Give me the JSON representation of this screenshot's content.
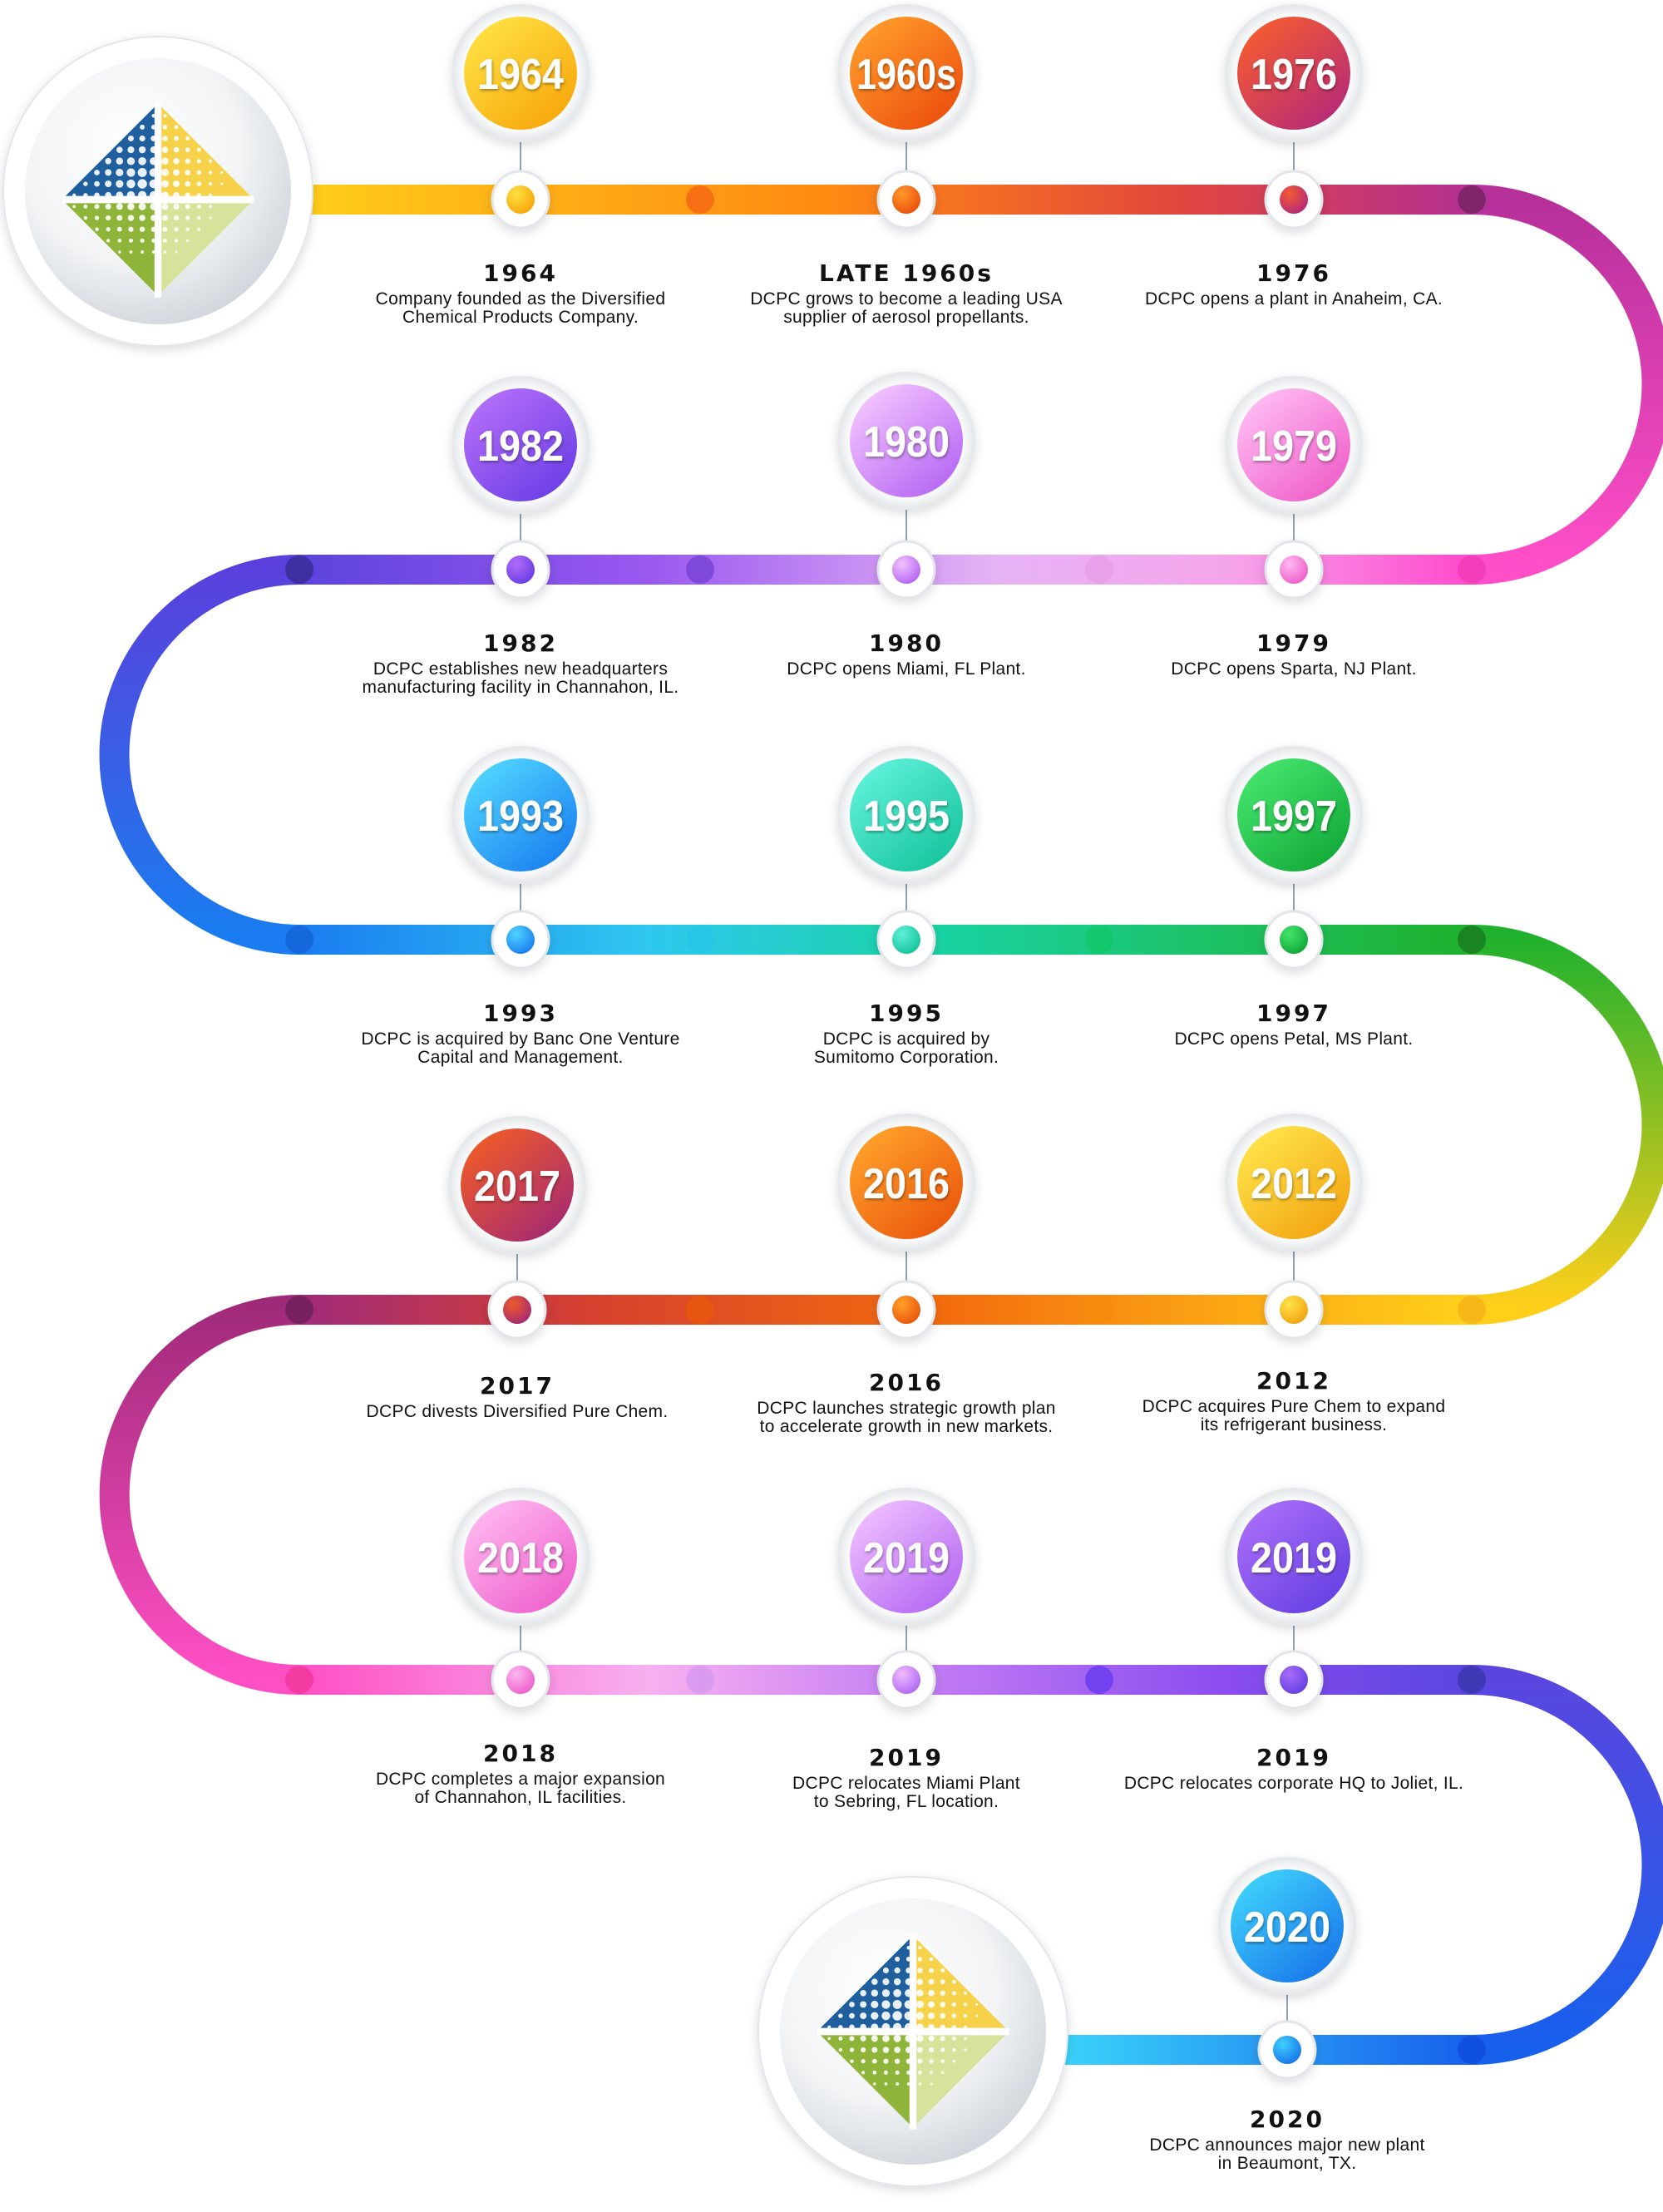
{
  "logo": {
    "icon": "dcpc-diamond-globe-logo"
  },
  "milestones": [
    {
      "badge": "1964",
      "title": "1964",
      "desc": "Company founded as the Diversified\nChemical Products Company.",
      "c1": "#ffe042",
      "c2": "#f7a60a"
    },
    {
      "badge": "1960s",
      "title": "LATE 1960s",
      "desc": "DCPC grows to become a leading USA\nsupplier of aerosol propellants.",
      "c1": "#ff9a2a",
      "c2": "#ec4f0d"
    },
    {
      "badge": "1976",
      "title": "1976",
      "desc": "DCPC opens a plant in Anaheim, CA.",
      "c1": "#f45a32",
      "c2": "#b52a78"
    },
    {
      "badge": "1982",
      "title": "1982",
      "desc": "DCPC establishes new headquarters\nmanufacturing facility in Channahon, IL.",
      "c1": "#b36cf8",
      "c2": "#6a3ee6"
    },
    {
      "badge": "1980",
      "title": "1980",
      "desc": "DCPC opens Miami, FL Plant.",
      "c1": "#f3c2ff",
      "c2": "#b566f3"
    },
    {
      "badge": "1979",
      "title": "1979",
      "desc": "DCPC opens Sparta, NJ Plant.",
      "c1": "#ffbaf2",
      "c2": "#ef5ec9"
    },
    {
      "badge": "1993",
      "title": "1993",
      "desc": "DCPC is acquired by Banc One Venture\nCapital and Management.",
      "c1": "#4fd4ff",
      "c2": "#1a7ff0"
    },
    {
      "badge": "1995",
      "title": "1995",
      "desc": "DCPC is acquired by\nSumitomo Corporation.",
      "c1": "#5ef0da",
      "c2": "#16c49c"
    },
    {
      "badge": "1997",
      "title": "1997",
      "desc": "DCPC opens Petal, MS Plant.",
      "c1": "#44e46c",
      "c2": "#12a838"
    },
    {
      "badge": "2017",
      "title": "2017",
      "desc": "DCPC divests Diversified Pure Chem.",
      "c1": "#ee5a2a",
      "c2": "#a52a72"
    },
    {
      "badge": "2016",
      "title": "2016",
      "desc": "DCPC launches strategic growth plan\nto accelerate growth in new markets.",
      "c1": "#ffa02a",
      "c2": "#ea560c"
    },
    {
      "badge": "2012",
      "title": "2012",
      "desc": "DCPC acquires Pure Chem to expand\nits refrigerant business.",
      "c1": "#ffe34a",
      "c2": "#f2a410"
    },
    {
      "badge": "2018",
      "title": "2018",
      "desc": "DCPC completes a major expansion\nof Channahon, IL facilities.",
      "c1": "#ffb6f0",
      "c2": "#ee60cc"
    },
    {
      "badge": "2019",
      "title": "2019",
      "desc": "DCPC relocates Miami Plant\nto Sebring, FL location.",
      "c1": "#eebcff",
      "c2": "#b468f2"
    },
    {
      "badge": "2019",
      "title": "2019",
      "desc": "DCPC relocates corporate HQ to Joliet, IL.",
      "c1": "#a86cf8",
      "c2": "#6440e2"
    },
    {
      "badge": "2020",
      "title": "2020",
      "desc": "DCPC announces major new plant\nin Beaumont, TX.",
      "c1": "#3fd0fb",
      "c2": "#1876ea"
    }
  ]
}
